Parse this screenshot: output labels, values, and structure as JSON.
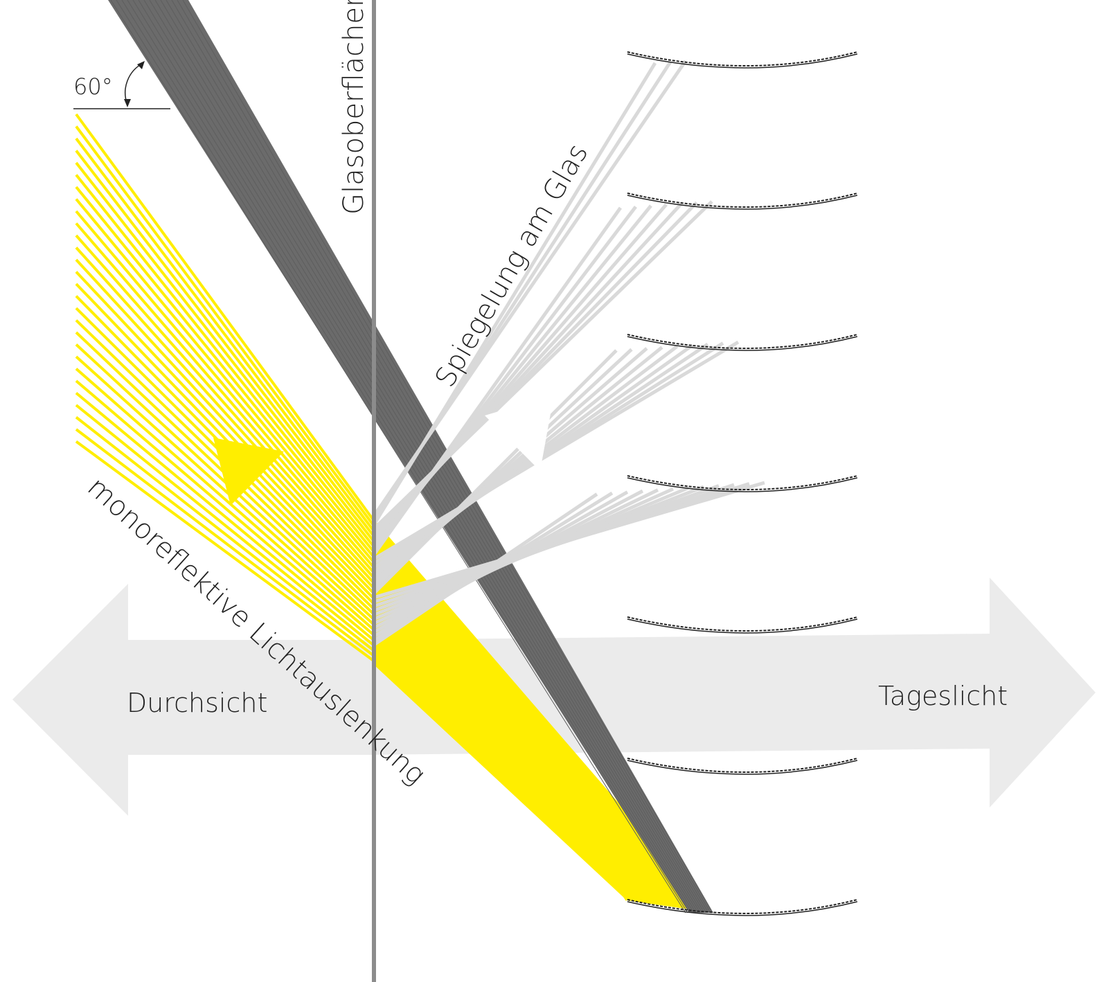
{
  "labels": {
    "angle": "60°",
    "glass_surfaces": "Glasoberflächen",
    "glass_reflection": "Spiegelung am Glas",
    "mono_reflective": "monoreflektive Lichtauslenkung",
    "view_through": "Durchsicht",
    "daylight": "Tageslicht"
  },
  "incidence_angle_deg": 60,
  "lamella_count": 7,
  "colors": {
    "direct_light": "#6b6b6b",
    "redirected_light": "#ffee00",
    "reflected_light": "#d9d9d9",
    "glass_line": "#8c8c8c",
    "arrow_band": "#ebebeb",
    "lamella": "#222222",
    "text": "#222222"
  }
}
